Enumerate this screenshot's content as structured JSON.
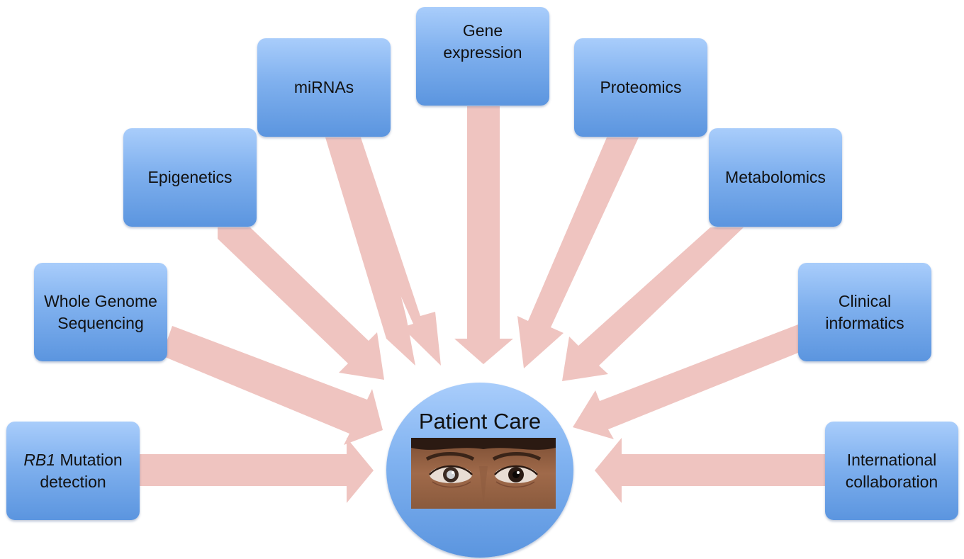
{
  "center": {
    "title": "Patient Care",
    "image": "child-eyes-photo-with-leukocoria"
  },
  "inputs": [
    {
      "id": "rb1",
      "label_italic": "RB1",
      "label": " Mutation detection"
    },
    {
      "id": "wgs",
      "label": "Whole Genome Sequencing"
    },
    {
      "id": "epi",
      "label": "Epigenetics"
    },
    {
      "id": "mir",
      "label": "miRNAs"
    },
    {
      "id": "gen",
      "label": "Gene expression"
    },
    {
      "id": "pro",
      "label": "Proteomics"
    },
    {
      "id": "met",
      "label": "Metabolomics"
    },
    {
      "id": "cli",
      "label": "Clinical informatics"
    },
    {
      "id": "int",
      "label": "International collaboration"
    }
  ],
  "colors": {
    "box_top": "#a9cdfb",
    "box_bottom": "#5b95df",
    "arrow": "#efc4c0",
    "text": "#111111"
  }
}
